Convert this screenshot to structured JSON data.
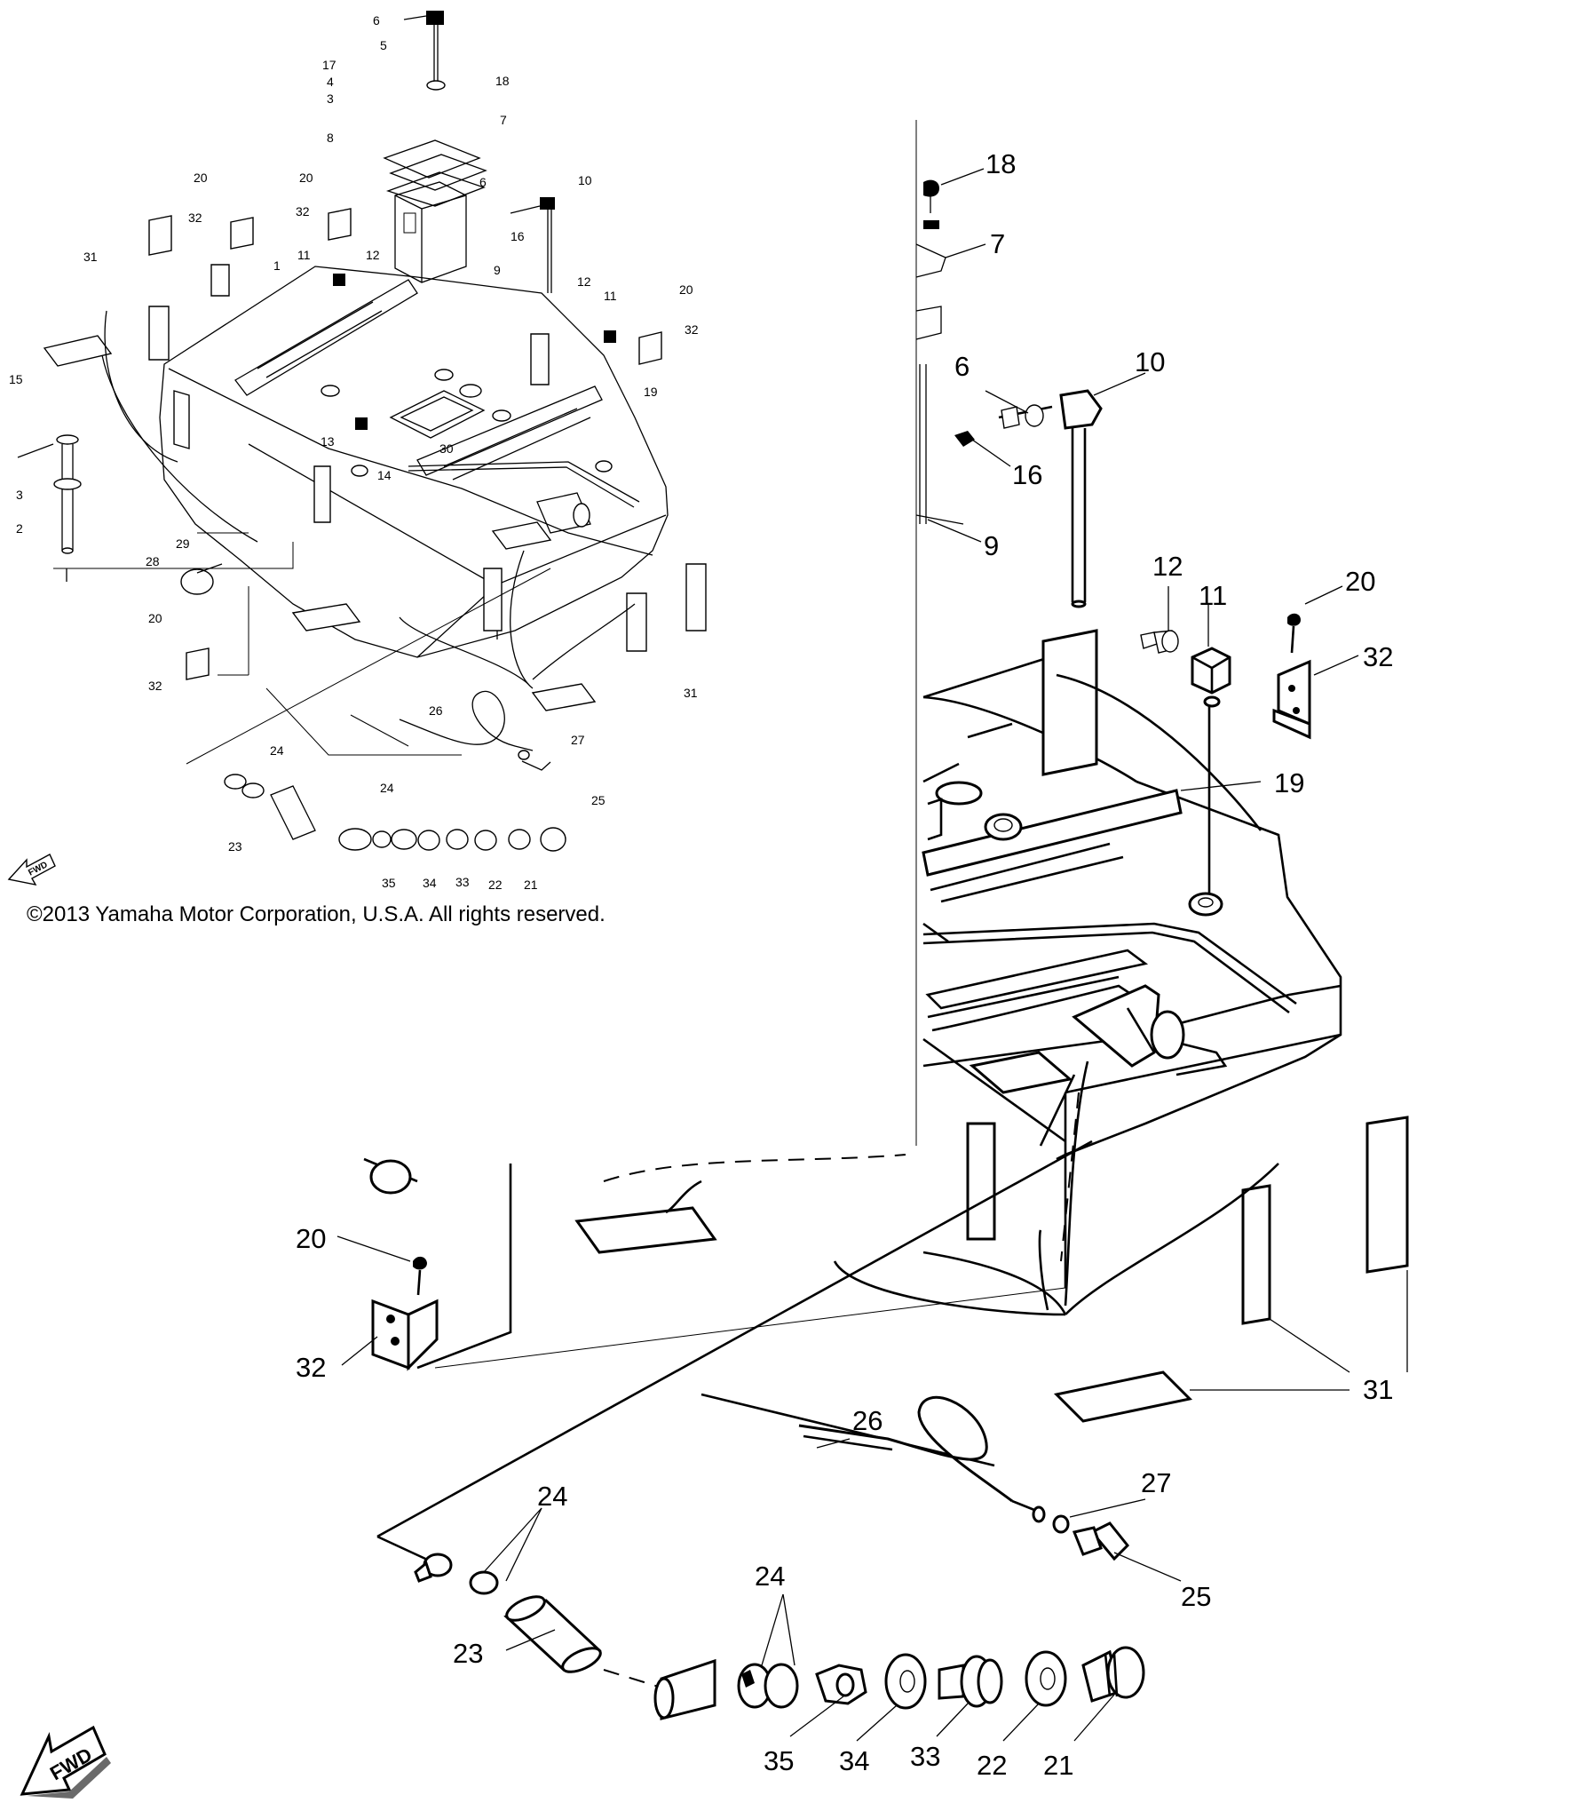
{
  "copyright": "©2013 Yamaha Motor Corporation, U.S.A. All rights reserved.",
  "fwd_label": "FWD",
  "overview_labels": [
    "6",
    "5",
    "17",
    "4",
    "3",
    "18",
    "7",
    "8",
    "20",
    "20",
    "6",
    "10",
    "32",
    "32",
    "16",
    "9",
    "1",
    "11",
    "12",
    "31",
    "12",
    "11",
    "20",
    "32",
    "19",
    "15",
    "13",
    "30",
    "14",
    "3",
    "2",
    "29",
    "28",
    "20",
    "32",
    "31",
    "26",
    "27",
    "24",
    "25",
    "24",
    "23",
    "35",
    "34",
    "33",
    "22",
    "21"
  ],
  "detail_labels": [
    "18",
    "7",
    "6",
    "10",
    "16",
    "9",
    "12",
    "11",
    "20",
    "32",
    "19",
    "20",
    "32",
    "31",
    "26",
    "24",
    "27",
    "25",
    "24",
    "23",
    "35",
    "34",
    "33",
    "22",
    "21"
  ]
}
